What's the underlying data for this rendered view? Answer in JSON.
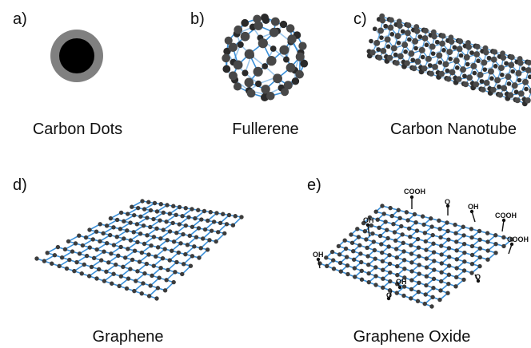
{
  "panels": [
    {
      "letter": "a)",
      "name": "Carbon Dots"
    },
    {
      "letter": "b)",
      "name": "Fullerene"
    },
    {
      "letter": "c)",
      "name": "Carbon Nanotube"
    },
    {
      "letter": "d)",
      "name": "Graphene"
    },
    {
      "letter": "e)",
      "name": "Graphene Oxide"
    }
  ],
  "functional_groups": [
    "COOH",
    "O",
    "OH",
    "COOH",
    "OH",
    "COOH",
    "OH",
    "OH",
    "O",
    "O"
  ],
  "colors": {
    "atom": "#3c3c3c",
    "bond": "#3a8fd8",
    "dot_core": "#000000",
    "dot_shell": "#808080"
  }
}
